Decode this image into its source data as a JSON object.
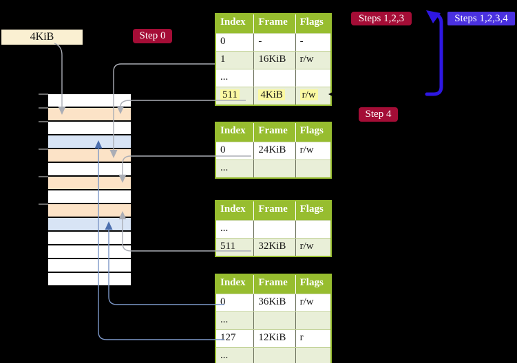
{
  "colors": {
    "background": "#000000",
    "table_header_green": "#97bd2f",
    "table_row_green": "#e9efd8",
    "table_border_light": "#c2d298",
    "highlight_yellow": "#fbf9a2",
    "badge_red": "#a40d36",
    "badge_blue": "#4a31e0",
    "big_arrow_blue": "#2e17e2",
    "line_grey": "#abaeb6",
    "line_blue": "#7c97c7",
    "arrowhead_blue": "#4c6faf",
    "memory_peach": "#fce3c7",
    "memory_blue": "#d8e4f5",
    "memory_white": "#ffffff",
    "page_box_cream": "#faf0d2",
    "tick_grey": "#8a8a8a"
  },
  "page_box": {
    "label": "4KiB"
  },
  "badges": {
    "step0": "Step 0",
    "steps123": "Steps 1,2,3",
    "steps1234": "Steps 1,2,3,4",
    "step4": "Step 4"
  },
  "tables": [
    {
      "name": "page-table-top",
      "headers": [
        "Index",
        "Frame",
        "Flags"
      ],
      "rows": [
        {
          "cells": [
            "0",
            "-",
            "-"
          ],
          "highlight": false
        },
        {
          "cells": [
            "1",
            "16KiB",
            "r/w"
          ],
          "highlight": false
        },
        {
          "cells": [
            "...",
            "",
            ""
          ],
          "highlight": false
        },
        {
          "cells": [
            "511",
            "4KiB",
            "r/w"
          ],
          "highlight": true
        }
      ]
    },
    {
      "name": "page-table-second",
      "headers": [
        "Index",
        "Frame",
        "Flags"
      ],
      "rows": [
        {
          "cells": [
            "0",
            "24KiB",
            "r/w"
          ],
          "highlight": false
        },
        {
          "cells": [
            "...",
            "",
            ""
          ],
          "highlight": false
        }
      ]
    },
    {
      "name": "page-table-third",
      "headers": [
        "Index",
        "Frame",
        "Flags"
      ],
      "rows": [
        {
          "cells": [
            "...",
            "",
            ""
          ],
          "highlight": false
        },
        {
          "cells": [
            "511",
            "32KiB",
            "r/w"
          ],
          "highlight": false
        }
      ]
    },
    {
      "name": "page-table-bottom",
      "headers": [
        "Index",
        "Frame",
        "Flags"
      ],
      "rows": [
        {
          "cells": [
            "0",
            "36KiB",
            "r/w"
          ],
          "highlight": false
        },
        {
          "cells": [
            "...",
            "",
            ""
          ],
          "highlight": false
        },
        {
          "cells": [
            "127",
            "12KiB",
            "r"
          ],
          "highlight": false
        },
        {
          "cells": [
            "...",
            "",
            ""
          ],
          "highlight": false
        }
      ]
    }
  ],
  "memory": {
    "rows": [
      "white",
      "peach",
      "white",
      "blue",
      "peach",
      "white",
      "peach",
      "white",
      "peach",
      "blue",
      "white",
      "white",
      "white",
      "white"
    ]
  }
}
